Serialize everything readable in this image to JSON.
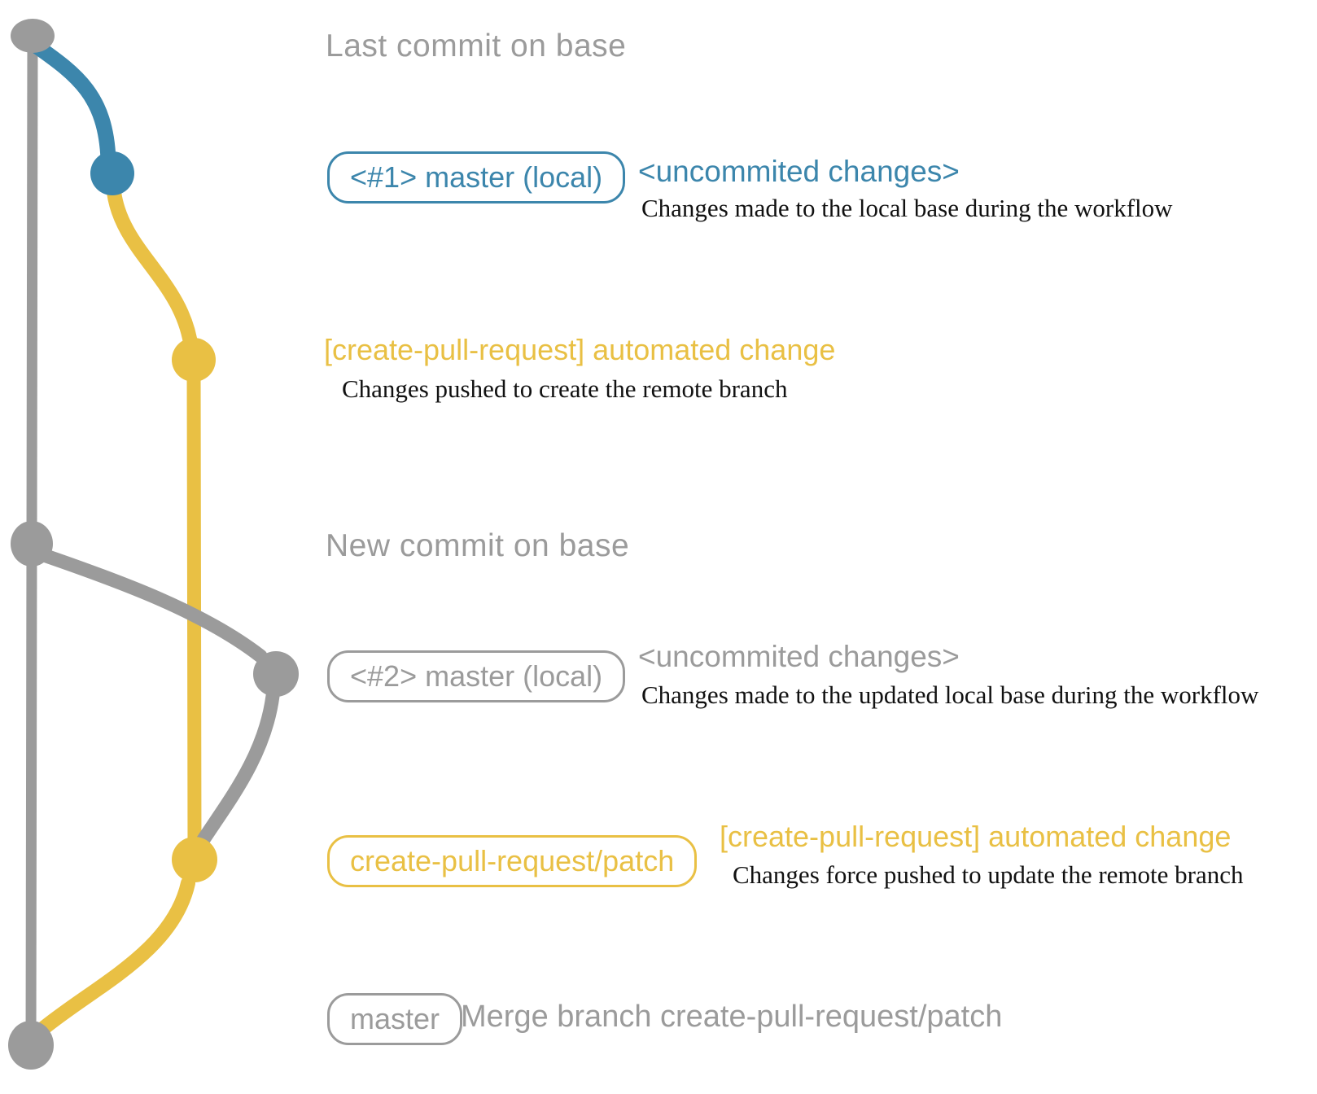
{
  "colors": {
    "gray": "#9b9b9b",
    "blue": "#3c86ac",
    "yellow": "#e9c044",
    "ink": "#111111",
    "background": "#ffffff"
  },
  "rows": {
    "last_commit": {
      "label": "Last commit on base"
    },
    "local1": {
      "badge": "<#1> master (local)",
      "side_label": "<uncommited changes>",
      "description": "Changes made to the local base during the workflow"
    },
    "push1": {
      "label": "[create-pull-request] automated change",
      "description": "Changes pushed to create the remote branch"
    },
    "new_commit": {
      "label": "New commit on base"
    },
    "local2": {
      "badge": "<#2> master (local)",
      "side_label": "<uncommited changes>",
      "description": "Changes made to the updated local base during the workflow"
    },
    "force_push": {
      "badge": "create-pull-request/patch",
      "side_label": "[create-pull-request] automated change",
      "description": "Changes force pushed to update the remote branch"
    },
    "merge": {
      "badge": "master",
      "label": "Merge branch create-pull-request/patch"
    }
  }
}
